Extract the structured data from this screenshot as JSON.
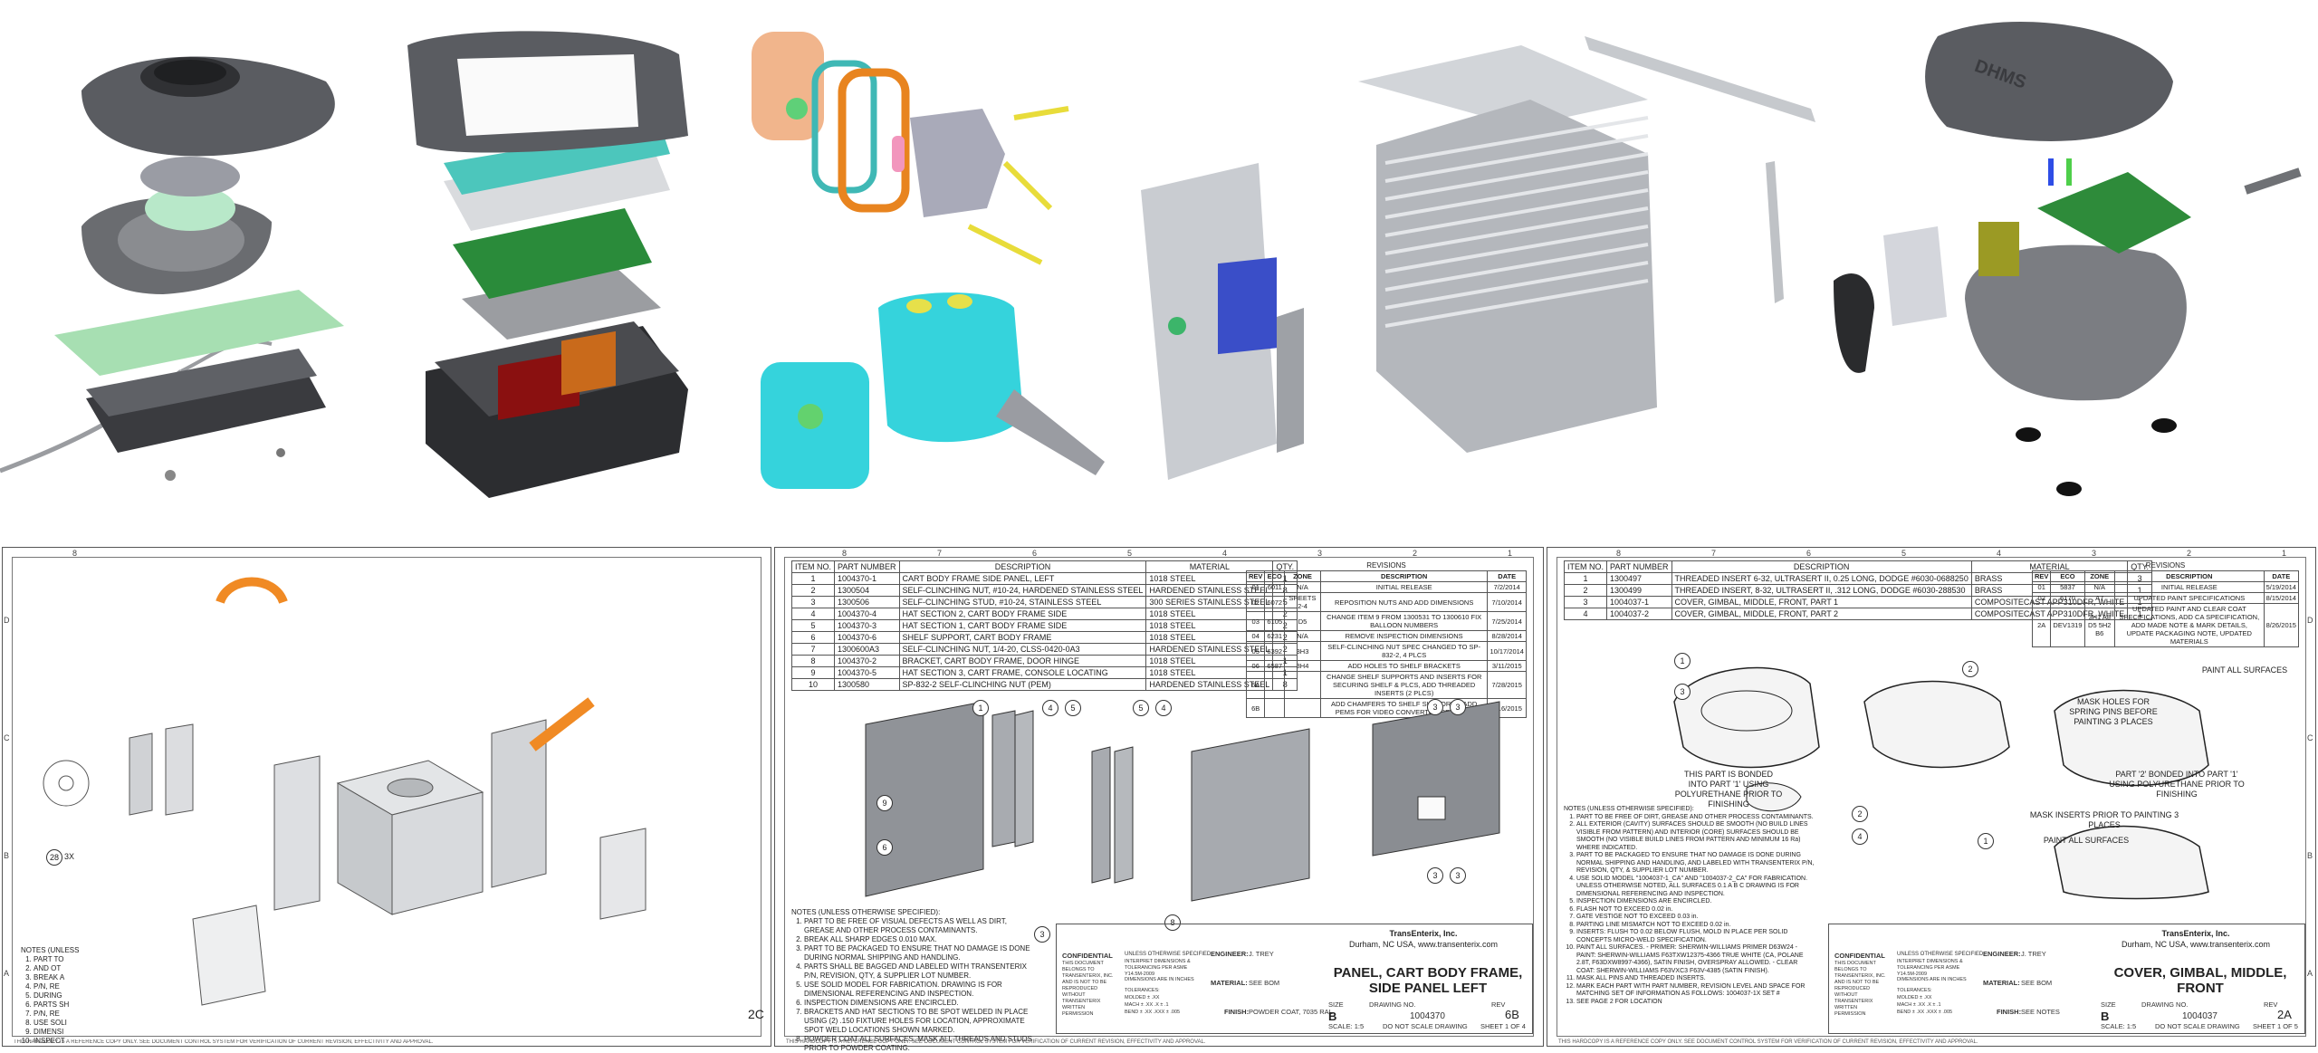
{
  "drawing1": {
    "notes_header": "NOTES (UNLESS",
    "notes": [
      "PART TO",
      "AND OT",
      "BREAK A",
      "P/N, RE",
      "DURING",
      "PARTS SH",
      "P/N, RE",
      "USE SOLI",
      "DIMENSI",
      "INSPECT"
    ],
    "balloon": "28",
    "qty_label": "3X"
  },
  "drawing2": {
    "bom_headers": [
      "ITEM NO.",
      "PART NUMBER",
      "DESCRIPTION",
      "MATERIAL",
      "QTY."
    ],
    "bom": [
      [
        "1",
        "1004370-1",
        "CART BODY FRAME SIDE PANEL, LEFT",
        "1018 STEEL",
        "1"
      ],
      [
        "2",
        "1300504",
        "SELF-CLINCHING NUT, #10-24, HARDENED STAINLESS STEEL",
        "HARDENED STAINLESS STEEL",
        "8"
      ],
      [
        "3",
        "1300506",
        "SELF-CLINCHING STUD, #10-24, STAINLESS STEEL",
        "300 SERIES STAINLESS STEEL",
        "5"
      ],
      [
        "4",
        "1004370-4",
        "HAT SECTION 2, CART BODY FRAME SIDE",
        "1018 STEEL",
        "2"
      ],
      [
        "5",
        "1004370-3",
        "HAT SECTION 1, CART BODY FRAME SIDE",
        "1018 STEEL",
        "2"
      ],
      [
        "6",
        "1004370-6",
        "SHELF SUPPORT, CART BODY FRAME",
        "1018 STEEL",
        "2"
      ],
      [
        "7",
        "1300600A3",
        "SELF-CLINCHING NUT, 1/4-20, CLSS-0420-0A3",
        "HARDENED STAINLESS STEEL",
        "2"
      ],
      [
        "8",
        "1004370-2",
        "BRACKET, CART BODY FRAME, DOOR HINGE",
        "1018 STEEL",
        "1"
      ],
      [
        "9",
        "1004370-5",
        "HAT SECTION 3, CART FRAME, CONSOLE LOCATING",
        "1018 STEEL",
        "1"
      ],
      [
        "10",
        "1300580",
        "SP-832-2 SELF-CLINCHING NUT (PEM)",
        "HARDENED STAINLESS STEEL",
        "8"
      ]
    ],
    "rev_title": "REVISIONS",
    "rev_headers": [
      "REV",
      "ECO",
      "ZONE",
      "DESCRIPTION",
      "DATE"
    ],
    "revs": [
      [
        "01",
        "6011",
        "N/A",
        "INITIAL RELEASE",
        "7/2/2014"
      ],
      [
        "02",
        "6072",
        "SHEETS 2-4",
        "REPOSITION NUTS AND ADD DIMENSIONS",
        "7/10/2014"
      ],
      [
        "03",
        "6105",
        "D5",
        "CHANGE ITEM 9 FROM 1300531 TO 1300610 FIX BALLOON NUMBERS",
        "7/25/2014"
      ],
      [
        "04",
        "6231",
        "N/A",
        "REMOVE INSPECTION DIMENSIONS",
        "8/28/2014"
      ],
      [
        "05",
        "6392",
        "3H3",
        "SELF-CLINCHING NUT SPEC CHANGED TO SP-832-2, 4 PLCS",
        "10/17/2014"
      ],
      [
        "06",
        "6587",
        "3H4",
        "ADD HOLES TO SHELF BRACKETS",
        "3/11/2015"
      ],
      [
        "6A",
        "",
        "",
        "CHANGE SHELF SUPPORTS AND INSERTS FOR SECURING SHELF & PLCS, ADD THREADED INSERTS (2 PLCS)",
        "7/28/2015"
      ],
      [
        "6B",
        "",
        "",
        "ADD CHAMFERS TO SHELF SUPPORTS, ADD PEMS FOR VIDEO CONVERTOR BRACKET",
        "9/16/2015"
      ]
    ],
    "notes_header": "NOTES (UNLESS OTHERWISE SPECIFIED):",
    "notes": [
      "PART TO BE FREE OF VISUAL DEFECTS AS WELL AS DIRT, GREASE AND OTHER PROCESS CONTAMINANTS.",
      "BREAK ALL SHARP EDGES 0.010 MAX.",
      "PART TO BE PACKAGED TO ENSURE THAT NO DAMAGE IS DONE DURING NORMAL SHIPPING AND HANDLING.",
      "PARTS SHALL BE BAGGED AND LABELED WITH TRANSENTERIX P/N, REVISION, QTY, & SUPPLIER LOT NUMBER.",
      "USE SOLID MODEL FOR FABRICATION. DRAWING IS FOR DIMENSIONAL REFERENCING AND INSPECTION.",
      "INSPECTION DIMENSIONS ARE ENCIRCLED.",
      "BRACKETS AND HAT SECTIONS TO BE SPOT WELDED IN PLACE USING (2) .150 FIXTURE HOLES FOR LOCATION, APPROXIMATE SPOT WELD LOCATIONS SHOWN MARKED.",
      "POWDER COAT ALL SURFACES, MASK ALL THREADS AND STUDS PRIOR TO POWDER COATING."
    ],
    "company": "TransEnterix, Inc.",
    "address": "Durham, NC USA, www.transenterix.com",
    "title": "PANEL, CART BODY FRAME, SIDE PANEL LEFT",
    "engineer_label": "ENGINEER:",
    "engineer": "J. TREY",
    "material_label": "MATERIAL:",
    "material": "SEE BOM",
    "finish_label": "FINISH:",
    "finish": "POWDER COAT, 7035 RAL",
    "size_label": "SIZE",
    "size": "B",
    "dwg_label": "DRAWING NO.",
    "dwg": "1004370",
    "rev_label": "REV",
    "rev": "6B",
    "scale": "SCALE: 1:5",
    "no_scale": "DO NOT SCALE DRAWING",
    "sheet": "SHEET 1 OF 4",
    "conf_title": "CONFIDENTIAL",
    "conf_text": "THIS DOCUMENT BELONGS TO TRANSENTERIX, INC. AND IS NOT TO BE REPRODUCED WITHOUT TRANSENTERIX WRITTEN PERMISSION",
    "tol_title": "UNLESS OTHERWISE SPECIFIED:",
    "tol_text": "INTERPRET DIMENSIONS & TOLERANCING PER ASME Y14.5M-2009",
    "dims_text": "DIMENSIONS ARE IN INCHES",
    "tol_lines": [
      "TOLERANCES:",
      "MOLDED ± .XX",
      "MACH ± .XX .X ± .1",
      "BEND ± .XX .XXX ± .005"
    ],
    "balloons": [
      "1",
      "4",
      "5",
      "5",
      "4",
      "9",
      "6",
      "3",
      "8",
      "3",
      "3",
      "3",
      "3"
    ],
    "footer": "THIS HARDCOPY IS A REFERENCE COPY ONLY. SEE DOCUMENT CONTROL SYSTEM FOR VERIFICATION OF CURRENT REVISION, EFFECTIVITY AND APPROVAL.",
    "zone_label": "2C"
  },
  "drawing3": {
    "bom_headers": [
      "ITEM NO.",
      "PART NUMBER",
      "DESCRIPTION",
      "MATERIAL",
      "QTY."
    ],
    "bom": [
      [
        "1",
        "1300497",
        "THREADED INSERT 6-32, ULTRASERT II, 0.25 LONG, DODGE #6030-0688250",
        "BRASS",
        "3"
      ],
      [
        "2",
        "1300499",
        "THREADED INSERT, 8-32, ULTRASERT II, .312 LONG, DODGE #6030-288530",
        "BRASS",
        "1"
      ],
      [
        "3",
        "1004037-1",
        "COVER, GIMBAL, MIDDLE, FRONT, PART 1",
        "COMPOSITECAST APP310DFR, WHITE",
        "1"
      ],
      [
        "4",
        "1004037-2",
        "COVER, GIMBAL, MIDDLE, FRONT, PART 2",
        "COMPOSITECAST APP310DFR, WHITE",
        "1"
      ]
    ],
    "rev_title": "REVISIONS",
    "rev_headers": [
      "REV",
      "ECO",
      "ZONE",
      "DESCRIPTION",
      "DATE"
    ],
    "revs": [
      [
        "01",
        "5837",
        "N/A",
        "INITIAL RELEASE",
        "5/19/2014"
      ],
      [
        "02",
        "6170",
        "A7",
        "UPDATED PAINT SPECIFICATIONS",
        "8/15/2014"
      ],
      [
        "2A",
        "DEV1319",
        "3H1 A8 D5 5H2 B6",
        "UPDATED PAINT AND CLEAR COAT SPECIFICATIONS, ADD CA SPECIFICATION, ADD MADE NOTE & MARK DETAILS, UPDATE PACKAGING NOTE, UPDATED MATERIALS",
        "8/26/2015"
      ]
    ],
    "callouts": {
      "bonded": "THIS PART IS BONDED INTO PART '1' USING POLYURETHANE PRIOR TO FINISHING",
      "paint_all_1": "PAINT ALL SURFACES",
      "mask_holes": "MASK HOLES FOR SPRING PINS BEFORE PAINTING 3 PLACES",
      "part2_bonded": "PART '2' BONDED INTO PART '1' USING POLYURETHANE PRIOR TO FINISHING",
      "mask_inserts": "MASK INSERTS PRIOR TO PAINTING 3 PLACES",
      "paint_all_2": "PAINT ALL SURFACES"
    },
    "notes_header": "NOTES (UNLESS OTHERWISE SPECIFIED):",
    "notes": [
      "PART TO BE FREE OF DIRT, GREASE AND OTHER PROCESS CONTAMINANTS.",
      "ALL EXTERIOR (CAVITY) SURFACES SHOULD BE SMOOTH (NO BUILD LINES VISIBLE FROM PATTERN) AND INTERIOR (CORE) SURFACES SHOULD BE SMOOTH (NO VISIBLE BUILD LINES FROM PATTERN AND MINIMUM 16 Ra) WHERE INDICATED.",
      "PART TO BE PACKAGED TO ENSURE THAT NO DAMAGE IS DONE DURING NORMAL SHIPPING AND HANDLING, AND LABELED WITH TRANSENTERIX P/N, REVISION, QTY, & SUPPLIER LOT NUMBER.",
      "USE SOLID MODEL \"1004037-1_CA\" AND \"1004037-2_CA\" FOR FABRICATION. UNLESS OTHERWISE NOTED, ALL SURFACES 0.1 A B C DRAWING IS FOR DIMENSIONAL REFERENCING AND INSPECTION.",
      "INSPECTION DIMENSIONS ARE ENCIRCLED.",
      "FLASH NOT TO EXCEED 0.02 in.",
      "GATE VESTIGE NOT TO EXCEED 0.03 in.",
      "PARTING LINE MISMATCH NOT TO EXCEED 0.02 in.",
      "INSERTS: FLUSH TO 0.02 BELOW FLUSH, MOLD IN PLACE PER SOLID CONCEPTS MICRO-WELD SPECIFICATION.",
      "PAINT ALL SURFACES. - PRIMER: SHERWIN-WILLIAMS PRIMER D63W24 - PAINT: SHERWIN-WILLIAMS F63TXW12375-4366 TRUE WHITE (CA, POLANE 2.8T, F63DXW8997-4366), SATIN FINISH, OVERSPRAY ALLOWED. - CLEAR COAT: SHERWIN-WILLIAMS F63VXC3 F63V-4385 (SATIN FINISH).",
      "MASK ALL PINS AND THREADED INSERTS.",
      "MARK EACH PART WITH PART NUMBER, REVISION LEVEL AND SPACE FOR MATCHING SET OF INFORMATION AS FOLLOWS: 1004037-1X SET #",
      "SEE PAGE 2 FOR LOCATION"
    ],
    "company": "TransEnterix, Inc.",
    "address": "Durham, NC USA, www.transenterix.com",
    "title": "COVER, GIMBAL, MIDDLE, FRONT",
    "engineer_label": "ENGINEER:",
    "engineer": "J. TREY",
    "material_label": "MATERIAL:",
    "material": "SEE BOM",
    "finish_label": "FINISH:",
    "finish": "SEE NOTES",
    "size_label": "SIZE",
    "size": "B",
    "dwg_label": "DRAWING NO.",
    "dwg": "1004037",
    "rev_label": "REV",
    "rev": "2A",
    "scale": "SCALE: 1:5",
    "no_scale": "DO NOT SCALE DRAWING",
    "sheet": "SHEET 1 OF 5",
    "conf_title": "CONFIDENTIAL",
    "conf_text": "THIS DOCUMENT BELONGS TO TRANSENTERIX, INC. AND IS NOT TO BE REPRODUCED WITHOUT TRANSENTERIX WRITTEN PERMISSION",
    "tol_title": "UNLESS OTHERWISE SPECIFIED:",
    "tol_text": "INTERPRET DIMENSIONS & TOLERANCING PER ASME Y14.5M-2009",
    "dims_text": "DIMENSIONS ARE IN INCHES",
    "tol_lines": [
      "TOLERANCES:",
      "MOLDED ± .XX",
      "MACH ± .XX .X ± .1",
      "BEND ± .XX .XXX ± .005"
    ],
    "balloons": [
      "1",
      "3",
      "2",
      "2",
      "4",
      "1"
    ],
    "footer": "THIS HARDCOPY IS A REFERENCE COPY ONLY. SEE DOCUMENT CONTROL SYSTEM FOR VERIFICATION OF CURRENT REVISION, EFFECTIVITY AND APPROVAL."
  },
  "render4": {
    "label": "DHMS"
  },
  "ruler_cols": [
    "8",
    "7",
    "6",
    "5",
    "4",
    "3",
    "2",
    "1"
  ],
  "ruler_rows": [
    "D",
    "C",
    "B",
    "A"
  ],
  "colors": {
    "dark_gray": "#5a5c61",
    "mid_gray": "#8e9095",
    "pcb_green": "#2e8b3a",
    "light_green": "#9fdcae",
    "teal": "#4fd1cc",
    "cyan": "#35d3dc",
    "peach": "#f1b58c",
    "orange": "#f08a24",
    "yellow": "#e8dc3a",
    "silver": "#c9ccd1",
    "blue_screen": "#3a4ec8"
  }
}
